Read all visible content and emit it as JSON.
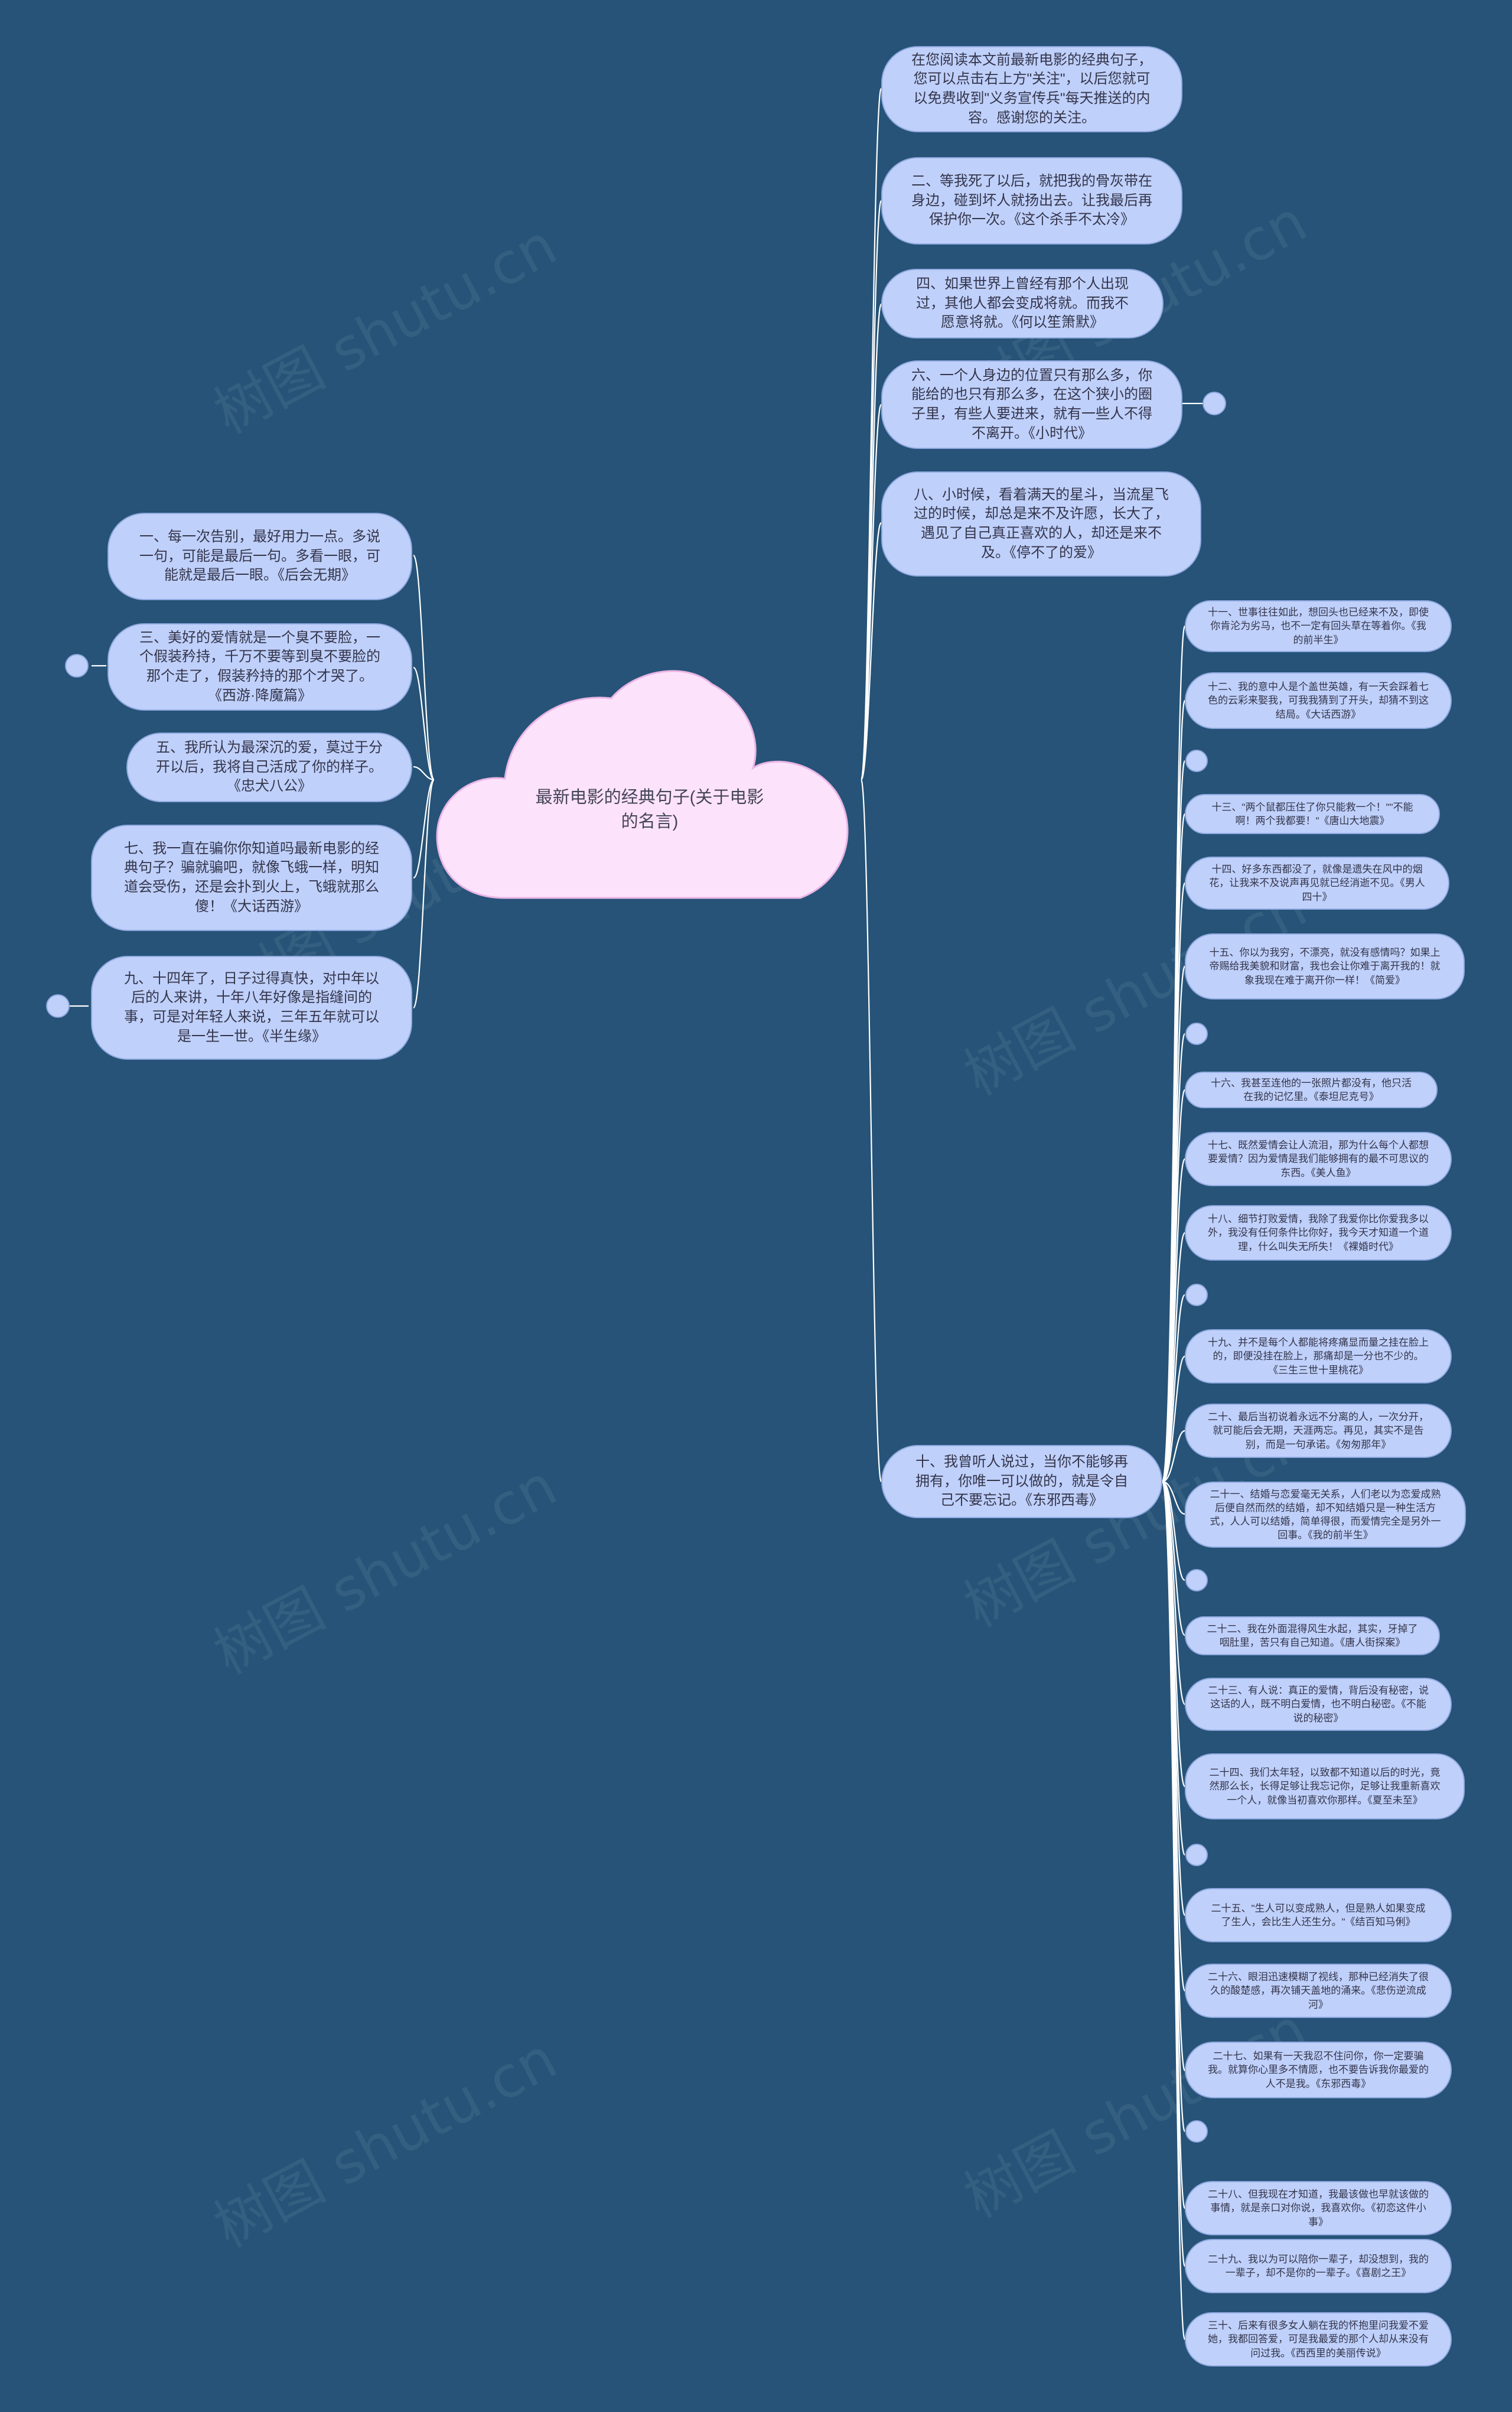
{
  "center": {
    "title": "最新电影的经典句子(关于电影的名言)"
  },
  "left": [
    "一、每一次告别，最好用力一点。多说一句，可能是最后一句。多看一眼，可能就是最后一眼。《后会无期》",
    "三、美好的爱情就是一个臭不要脸，一个假装矜持，千万不要等到臭不要脸的那个走了，假装矜持的那个才哭了。《西游·降魔篇》",
    "五、我所认为最深沉的爱，莫过于分开以后，我将自己活成了你的样子。《忠犬八公》",
    "七、我一直在骗你你知道吗最新电影的经典句子？骗就骗吧，就像飞蛾一样，明知道会受伤，还是会扑到火上，飞蛾就那么傻！《大话西游》",
    "九、十四年了，日子过得真快，对中年以后的人来讲，十年八年好像是指缝间的事，可是对年轻人来说，三年五年就可以是一生一世。《半生缘》"
  ],
  "right_top": [
    "在您阅读本文前最新电影的经典句子，您可以点击右上方\"关注\"，以后您就可以免费收到\"义务宣传兵\"每天推送的内容。感谢您的关注。",
    "二、等我死了以后，就把我的骨灰带在身边，碰到坏人就扬出去。让我最后再保护你一次。《这个杀手不太冷》",
    "四、如果世界上曾经有那个人出现过，其他人都会变成将就。而我不愿意将就。《何以笙箫默》",
    "六、一个人身边的位置只有那么多，你能给的也只有那么多，在这个狭小的圈子里，有些人要进来，就有一些人不得不离开。《小时代》",
    "八、小时候，看着满天的星斗，当流星飞过的时候，却总是来不及许愿，长大了，遇见了自己真正喜欢的人，却还是来不及。《停不了的爱》"
  ],
  "branch": "十、我曾听人说过，当你不能够再拥有，你唯一可以做的，就是令自己不要忘记。《东邪西毒》",
  "right_sub": [
    "十一、世事往往如此，想回头也已经来不及，即使你肯沦为劣马，也不一定有回头草在等着你。《我的前半生》",
    "十二、我的意中人是个盖世英雄，有一天会踩着七色的云彩来娶我，可我我猜到了开头，却猜不到这结局。《大话西游》",
    "十三、\"两个鼠都压住了你只能救一个！\"\"不能啊！两个我都要！\"《唐山大地震》",
    "十四、好多东西都没了，就像是遗失在风中的烟花，让我来不及说声再见就已经消逝不见。《男人四十》",
    "十五、你以为我穷，不漂亮，就没有感情吗？如果上帝赐给我美貌和财富，我也会让你难于离开我的！就象我现在难于离开你一样！《简爱》",
    "十六、我甚至连他的一张照片都没有，他只活在我的记忆里。《泰坦尼克号》",
    "十七、既然爱情会让人流泪，那为什么每个人都想要爱情？因为爱情是我们能够拥有的最不可思议的东西。《美人鱼》",
    "十八、细节打败爱情，我除了我爱你比你爱我多以外，我没有任何条件比你好，我今天才知道一个道理，什么叫失无所失！《裸婚时代》",
    "十九、并不是每个人都能将疼痛显而量之挂在脸上的，即便没挂在脸上，那痛却是一分也不少的。《三生三世十里桃花》",
    "二十、最后当初说着永远不分离的人，一次分开，就可能后会无期，天涯两忘。再见，其实不是告别，而是一句承诺。《匆匆那年》",
    "二十一、结婚与恋爱毫无关系，人们老以为恋爱成熟后便自然而然的结婚，却不知结婚只是一种生活方式，人人可以结婚，简单得很，而爱情完全是另外一回事。《我的前半生》",
    "二十二、我在外面混得风生水起，其实，牙掉了咽肚里，苦只有自己知道。《唐人街探案》",
    "二十三、有人说：真正的爱情，背后没有秘密，说这话的人，既不明白爱情，也不明白秘密。《不能说的秘密》",
    "二十四、我们太年轻，以致都不知道以后的时光，竟然那么长，长得足够让我忘记你，足够让我重新喜欢一个人，就像当初喜欢你那样。《夏至未至》",
    "二十五、\"生人可以变成熟人，但是熟人如果变成了生人，会比生人还生分。\"《结百知马俐》",
    "二十六、眼泪迅速模糊了视线，那种已经消失了很久的酸楚感，再次铺天盖地的涌来。《悲伤逆流成河》",
    "二十七、如果有一天我忍不住问你，你一定要骗我。就算你心里多不情愿，也不要告诉我你最爱的人不是我。《东邪西毒》",
    "二十八、但我现在才知道，我最该做也早就该做的事情，就是亲口对你说，我喜欢你。《初恋这件小事》",
    "二十九、我以为可以陪你一辈子，却没想到，我的一辈子，却不是你的一辈子。《喜剧之王》",
    "三十、后来有很多女人躺在我的怀抱里问我爱不爱她，我都回答爱，可是我最爱的那个人却从来没有问过我。《西西里的美丽传说》"
  ],
  "watermark": "树图 shutu.cn",
  "colors": {
    "background": "#265377",
    "node_fill": "#bfd0fb",
    "node_border": "#8ea8df",
    "center_fill": "#fde2fb",
    "center_border": "#e9b5e5",
    "link": "#ffffff"
  }
}
